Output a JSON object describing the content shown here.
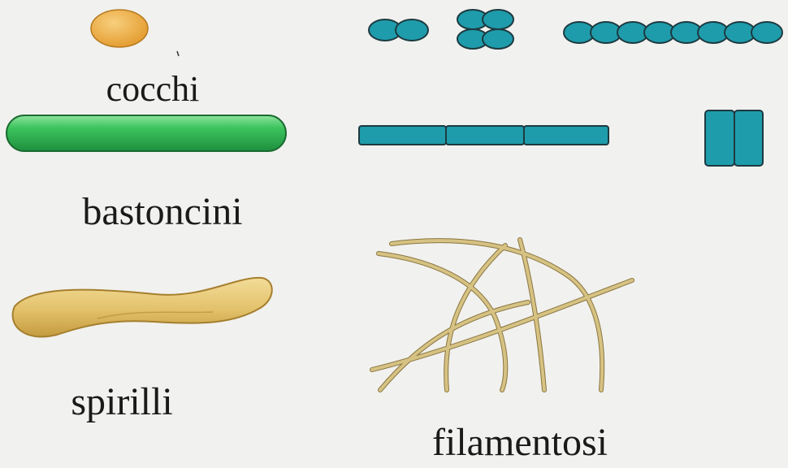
{
  "labels": {
    "cocchi": "cocchi",
    "bastoncini": "bastoncini",
    "spirilli": "spirilli",
    "filamentosi": "filamentosi"
  },
  "colors": {
    "background": "#f1f1ef",
    "coccus_orange": "#f2b24b",
    "rod_green": "#3cc35e",
    "spirillum_tan": "#e2c16a",
    "teal": "#1e9cab",
    "filament_tan": "#cdb97c",
    "outline": "#1d3a40"
  },
  "icons": {
    "coccus": "coccus-icon",
    "bacillus": "bacillus-icon",
    "spirillum": "spirillum-icon",
    "diplococci": "diplococci-icon",
    "tetrad": "tetrad-icon",
    "streptococci": "streptococci-icon",
    "streptobacilli": "streptobacilli-icon",
    "diplobacilli": "diplobacilli-icon",
    "filaments": "filaments-icon"
  }
}
